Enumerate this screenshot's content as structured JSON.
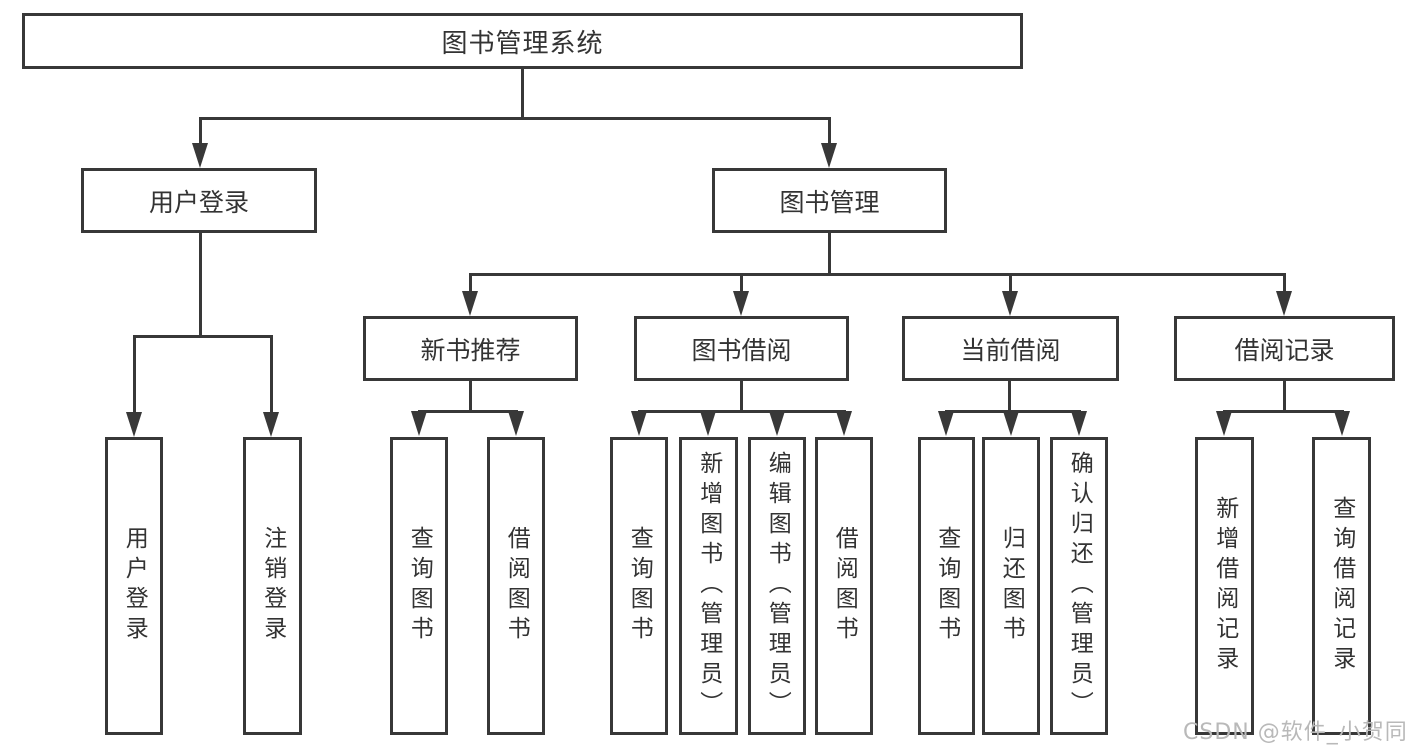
{
  "colors": {
    "line": "#383838",
    "text": "#333333",
    "watermark_gray": "#b9b9b9",
    "background": "#ffffff"
  },
  "root": {
    "label": "图书管理系统"
  },
  "level2": {
    "user_login": {
      "label": "用户登录"
    },
    "book_mgmt": {
      "label": "图书管理"
    }
  },
  "user_login_children": [
    {
      "label": "用户登录"
    },
    {
      "label": "注销登录"
    }
  ],
  "sections": [
    {
      "label": "新书推荐",
      "children": [
        {
          "label": "查询图书"
        },
        {
          "label": "借阅图书"
        }
      ]
    },
    {
      "label": "图书借阅",
      "children": [
        {
          "label": "查询图书"
        },
        {
          "label": "新增图书（管理员）"
        },
        {
          "label": "编辑图书（管理员）"
        },
        {
          "label": "借阅图书"
        }
      ]
    },
    {
      "label": "当前借阅",
      "children": [
        {
          "label": "查询图书"
        },
        {
          "label": "归还图书"
        },
        {
          "label": "确认归还（管理员）"
        }
      ]
    },
    {
      "label": "借阅记录",
      "children": [
        {
          "label": "新增借阅记录"
        },
        {
          "label": "查询借阅记录"
        }
      ]
    }
  ],
  "watermark": {
    "text": "CSDN @软件_小贺同学"
  }
}
